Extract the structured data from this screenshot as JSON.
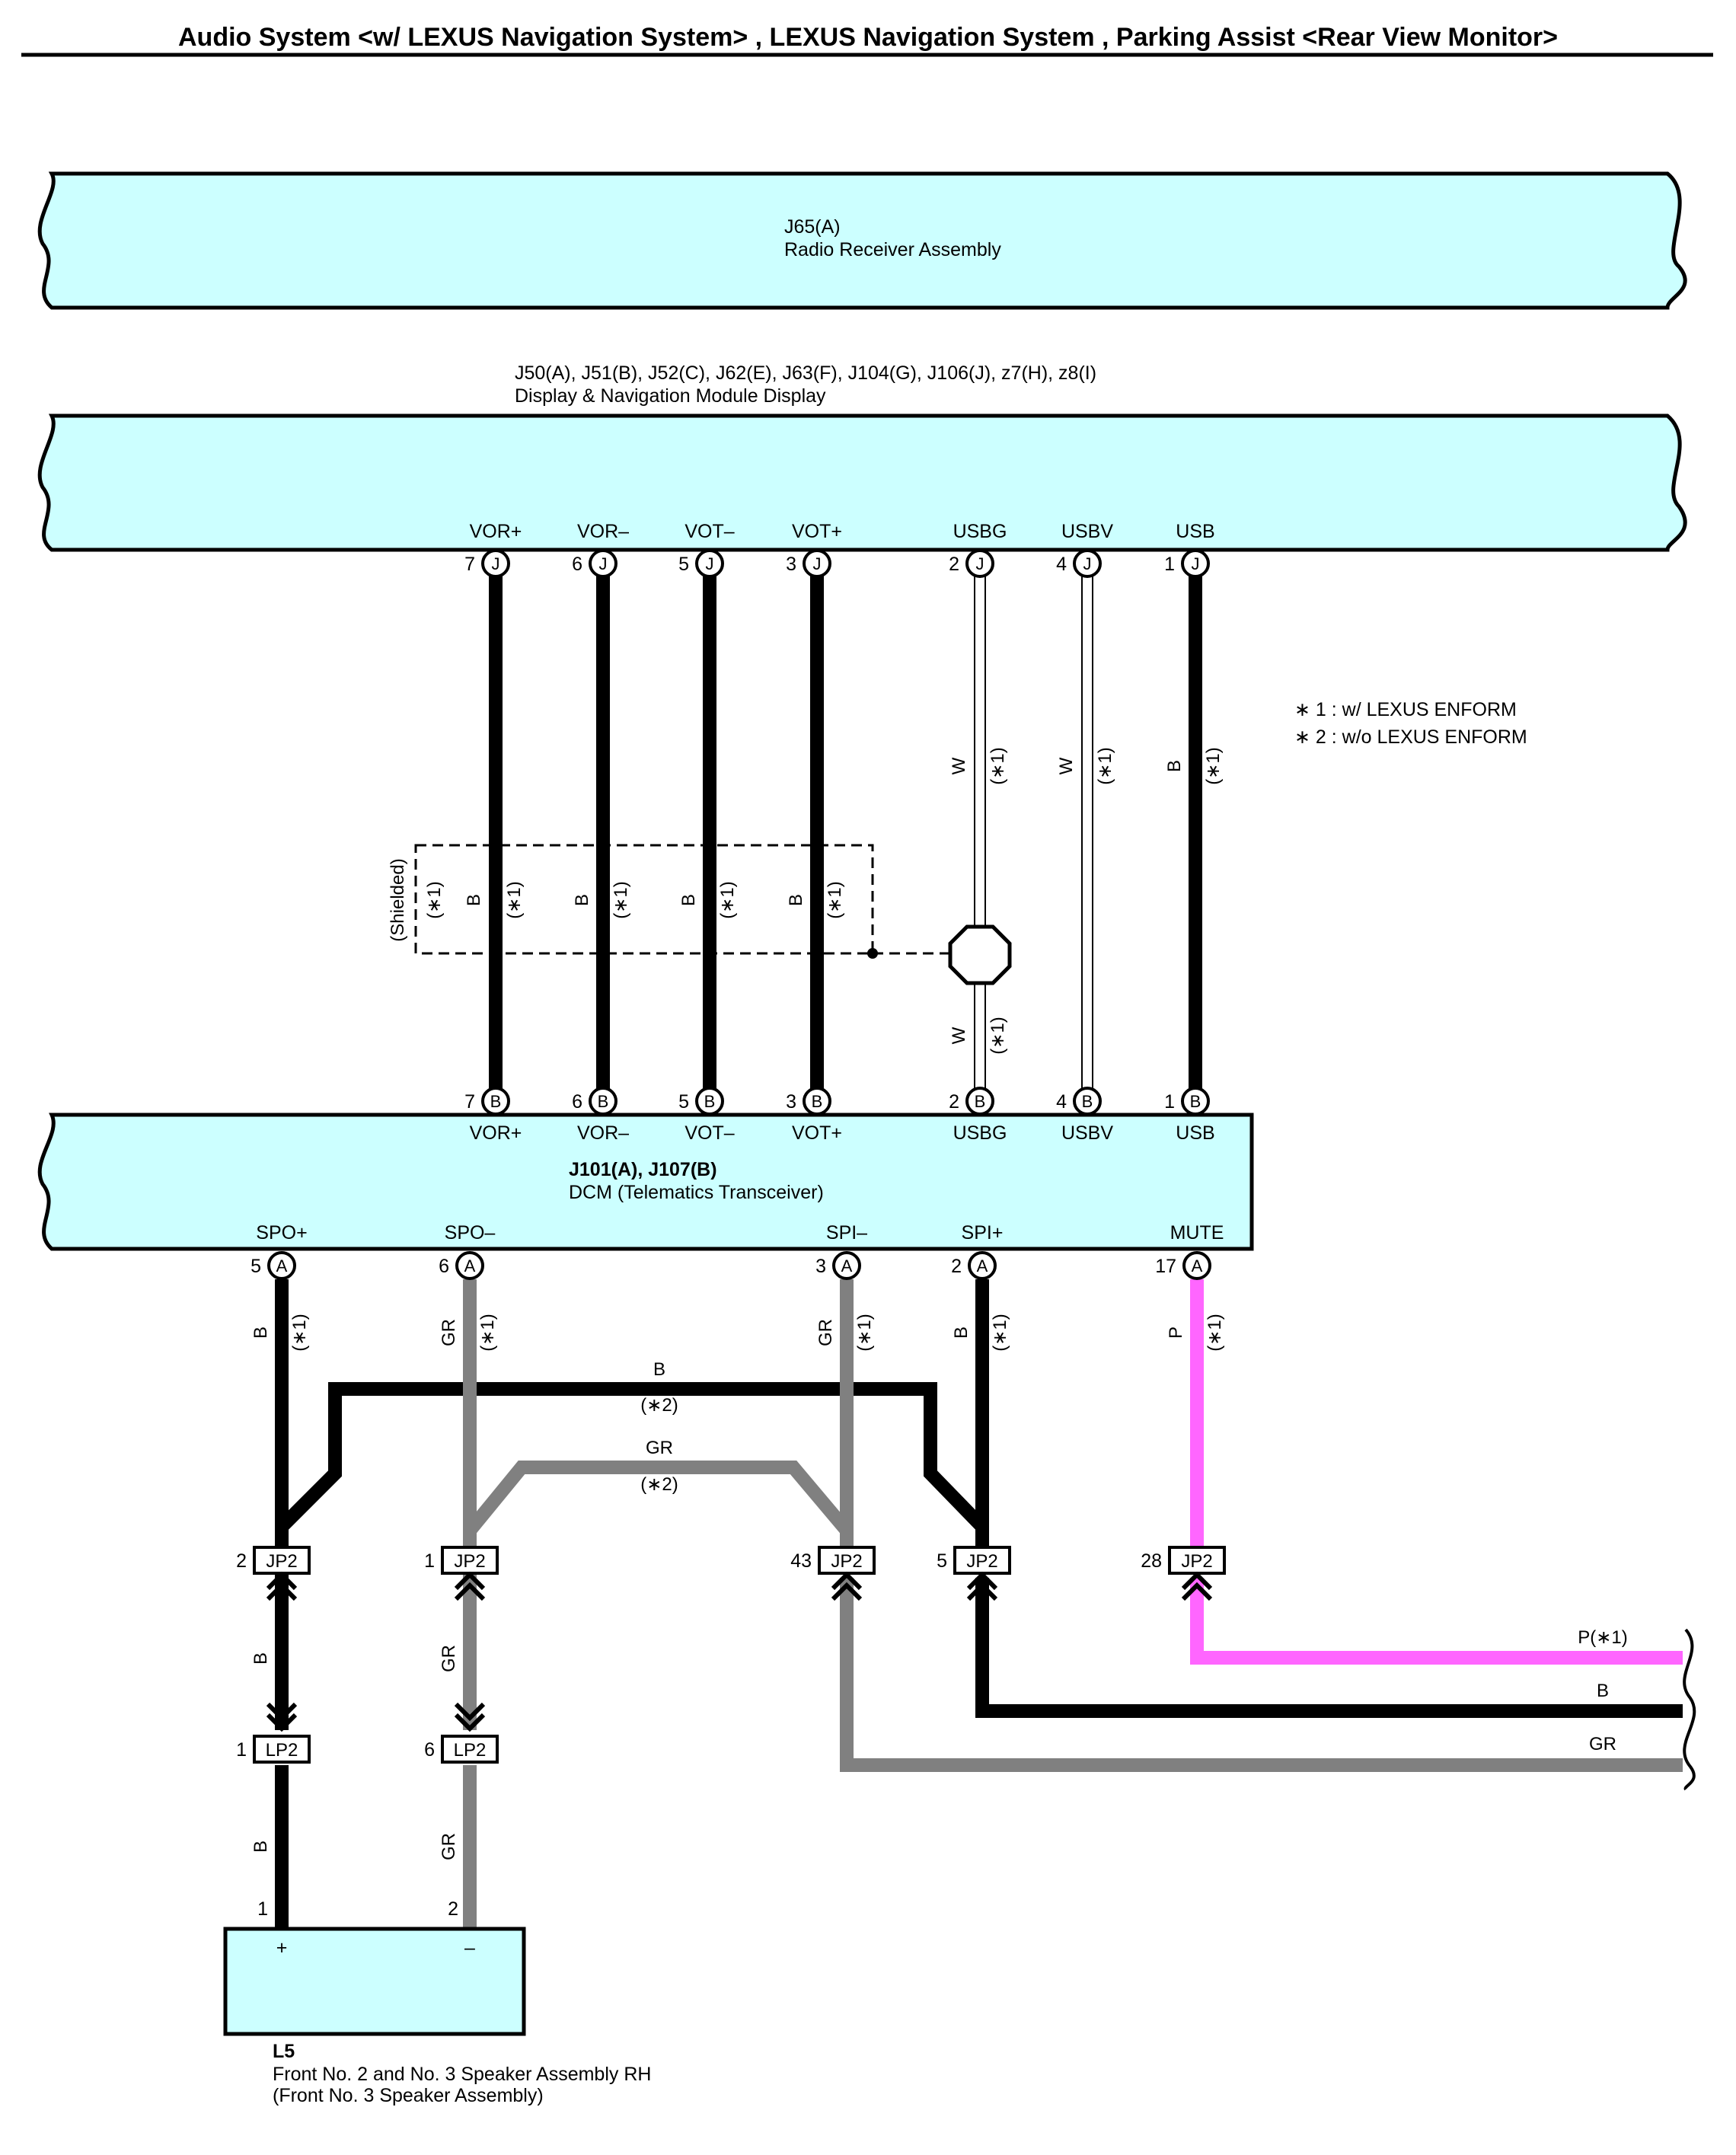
{
  "title": "Audio System <w/ LEXUS Navigation System> , LEXUS Navigation System , Parking Assist <Rear View Monitor>",
  "colors": {
    "module_fill": "#ccffff",
    "wire_black": "#000000",
    "wire_gray": "#808080",
    "wire_pink": "#ff66ff",
    "wire_white": "#ffffff"
  },
  "radio": {
    "connector": "J65(A)",
    "name": "Radio Receiver Assembly"
  },
  "display": {
    "connector": "J50(A), J51(B), J52(C), J62(E), J63(F), J104(G), J106(J), z7(H), z8(I)",
    "name": "Display & Navigation Module Display",
    "terminals": [
      {
        "label": "VOR+",
        "pin": "7",
        "conn": "J"
      },
      {
        "label": "VOR–",
        "pin": "6",
        "conn": "J"
      },
      {
        "label": "VOT–",
        "pin": "5",
        "conn": "J"
      },
      {
        "label": "VOT+",
        "pin": "3",
        "conn": "J"
      },
      {
        "label": "USBG",
        "pin": "2",
        "conn": "J"
      },
      {
        "label": "USBV",
        "pin": "4",
        "conn": "J"
      },
      {
        "label": "USB",
        "pin": "1",
        "conn": "J"
      }
    ]
  },
  "dcm": {
    "connector": "J101(A), J107(B)",
    "name": "DCM (Telematics Transceiver)",
    "top_terminals": [
      {
        "label": "VOR+",
        "pin": "7",
        "conn": "B"
      },
      {
        "label": "VOR–",
        "pin": "6",
        "conn": "B"
      },
      {
        "label": "VOT–",
        "pin": "5",
        "conn": "B"
      },
      {
        "label": "VOT+",
        "pin": "3",
        "conn": "B"
      },
      {
        "label": "USBG",
        "pin": "2",
        "conn": "B"
      },
      {
        "label": "USBV",
        "pin": "4",
        "conn": "B"
      },
      {
        "label": "USB",
        "pin": "1",
        "conn": "B"
      }
    ],
    "bottom_terminals": [
      {
        "label": "SPO+",
        "pin": "5",
        "conn": "A"
      },
      {
        "label": "SPO–",
        "pin": "6",
        "conn": "A"
      },
      {
        "label": "SPI–",
        "pin": "3",
        "conn": "A"
      },
      {
        "label": "SPI+",
        "pin": "2",
        "conn": "A"
      },
      {
        "label": "MUTE",
        "pin": "17",
        "conn": "A"
      }
    ]
  },
  "wire_labels": {
    "w": "W",
    "b": "B",
    "gr": "GR",
    "p": "P",
    "note1": "(∗1)",
    "note2": "(∗2)",
    "shielded": "(Shielded)",
    "p_note1": "P(∗1)"
  },
  "notes": [
    "∗ 1 : w/ LEXUS ENFORM",
    "∗ 2 : w/o LEXUS ENFORM"
  ],
  "jp2": [
    {
      "pin": "2",
      "name": "JP2"
    },
    {
      "pin": "1",
      "name": "JP2"
    },
    {
      "pin": "43",
      "name": "JP2"
    },
    {
      "pin": "5",
      "name": "JP2"
    },
    {
      "pin": "28",
      "name": "JP2"
    }
  ],
  "lp2": [
    {
      "pin": "1",
      "name": "LP2"
    },
    {
      "pin": "6",
      "name": "LP2"
    }
  ],
  "speaker": {
    "connector": "L5",
    "line1": "Front No.  2 and No.  3 Speaker Assembly RH",
    "line2": "(Front No.  3 Speaker Assembly)",
    "pins": [
      "1",
      "2"
    ],
    "terminals": [
      "+",
      "–"
    ]
  }
}
